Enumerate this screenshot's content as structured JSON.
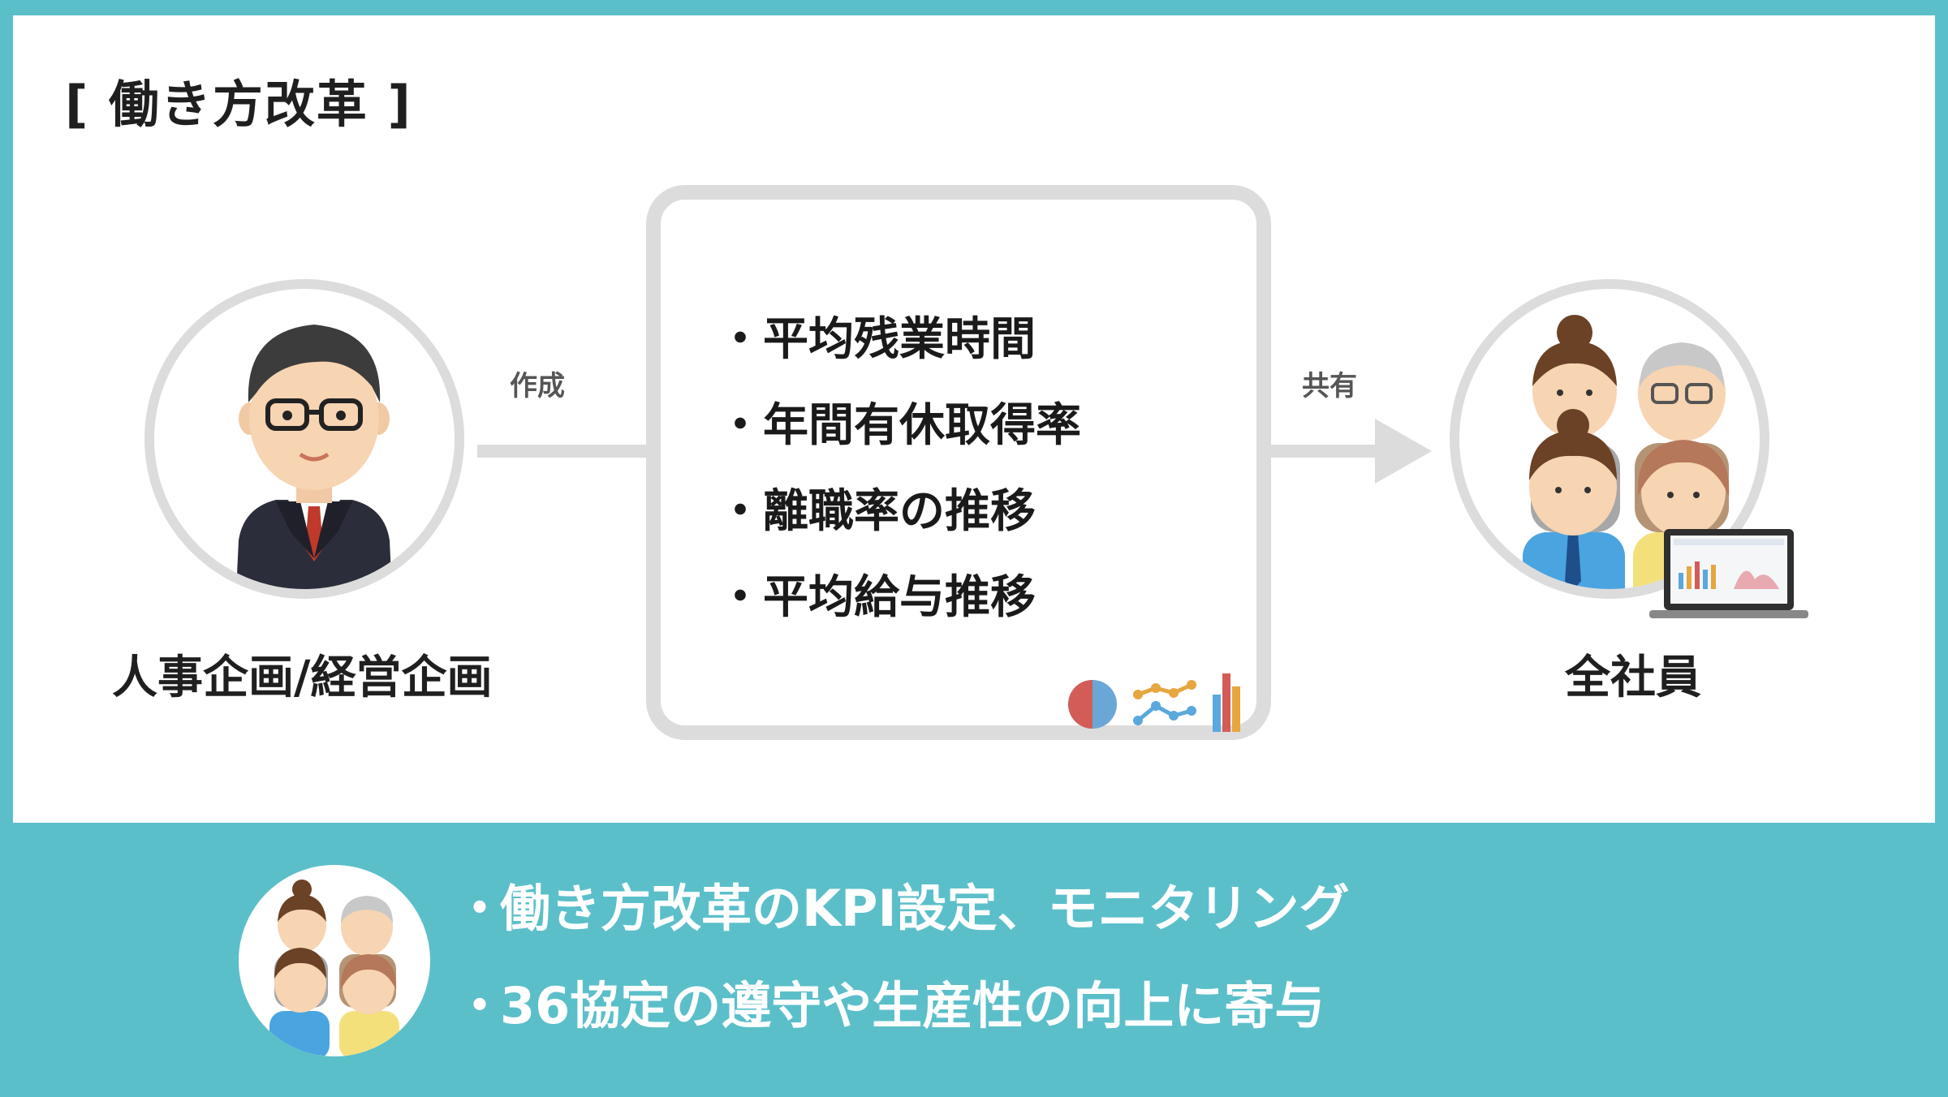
{
  "title": "[ 働き方改革 ]",
  "left_actor": {
    "label": "人事企画/経営企画"
  },
  "create_label": "作成",
  "share_label": "共有",
  "right_actor": {
    "label": "全社員"
  },
  "kpi": {
    "bullet": "・",
    "items": [
      "平均残業時間",
      "年間有休取得率",
      "離職率の推移",
      "平均給与推移"
    ]
  },
  "footer": {
    "bullet": "・",
    "items": [
      "働き方改革のKPI設定、モニタリング",
      "36協定の遵守や生産性の向上に寄与"
    ]
  },
  "colors": {
    "background": "#5bbfca",
    "panel": "#ffffff",
    "connector": "#dcdcdc",
    "text": "#1f1f1f",
    "footer_text": "#ffffff"
  },
  "icons": [
    "businessman-icon",
    "team-icon",
    "laptop-dashboard-icon",
    "pie-chart-icon",
    "line-chart-icon",
    "bar-chart-icon",
    "arrow-right-icon"
  ]
}
